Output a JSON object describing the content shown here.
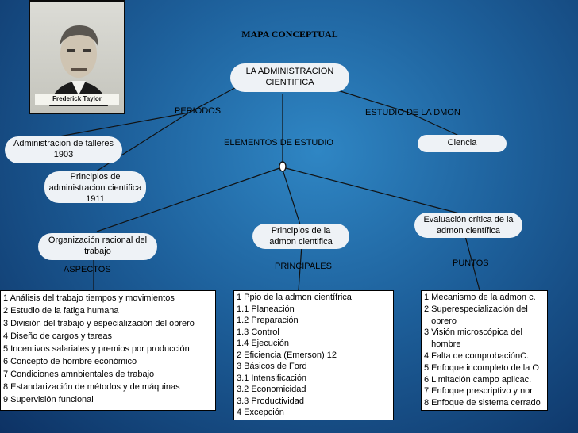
{
  "title": "MAPA CONCEPTUAL",
  "portrait_caption": "Frederick Taylor",
  "root": {
    "line1": "LA ADMINISTRACION",
    "line2": "CIENTIFICA"
  },
  "links": {
    "periodos": "PERIODOS",
    "estudio_dmon": "ESTUDIO DE LA DMON",
    "elementos_estudio": "ELEMENTOS DE ESTUDIO",
    "aspectos": "ASPECTOS",
    "principales": "PRINCIPALES",
    "puntos": "PUNTOS"
  },
  "nodes": {
    "talleres": {
      "line1": "Administracion de talleres",
      "line2": "1903"
    },
    "principios_adm": {
      "line1": "Principios de",
      "line2": "administracion cientifica",
      "line3": "1911"
    },
    "ciencia": "Ciencia",
    "organizacion": {
      "line1": "Organización racional del",
      "line2": "trabajo"
    },
    "principios_admon": {
      "line1": "Principios de la",
      "line2": "admon cientifica"
    },
    "evaluacion": {
      "line1": "Evaluación crítica de la",
      "line2": "admon científica"
    }
  },
  "aspectos_list": [
    "1 Análisis del trabajo tiempos y movimientos",
    "2 Estudio de la fatiga humana",
    "3 División del trabajo y especialización del obrero",
    "4 Diseño de cargos y tareas",
    "5 Incentivos salariales y premios por producción",
    "6 Concepto de hombre económico",
    "7 Condiciones amnbientales de trabajo",
    "8 Estandarización de métodos y de máquinas",
    "9 Supervisión funcional"
  ],
  "principales_list": [
    "1 Ppio de la admon científrica",
    "1.1 Planeación",
    "1.2 Preparación",
    "1.3 Control",
    "1.4 Ejecución",
    "2 Eficiencia (Emerson)  12",
    "3 Básicos de Ford",
    "3.1 Intensificación",
    "3.2 Economicidad",
    "3.3 Productividad",
    "4 Excepción"
  ],
  "puntos_list": [
    "1 Mecanismo de la admon c.",
    "2 Superespecialización del",
    "   obrero",
    "3 Visión microscópica del",
    "   hombre",
    "4 Falta de comprobaciónC.",
    "5 Enfoque incompleto de la O",
    "6 Limitación campo aplicac.",
    "7 Enfoque prescriptivo y nor",
    "8 Enfoque de sistema cerrado"
  ]
}
